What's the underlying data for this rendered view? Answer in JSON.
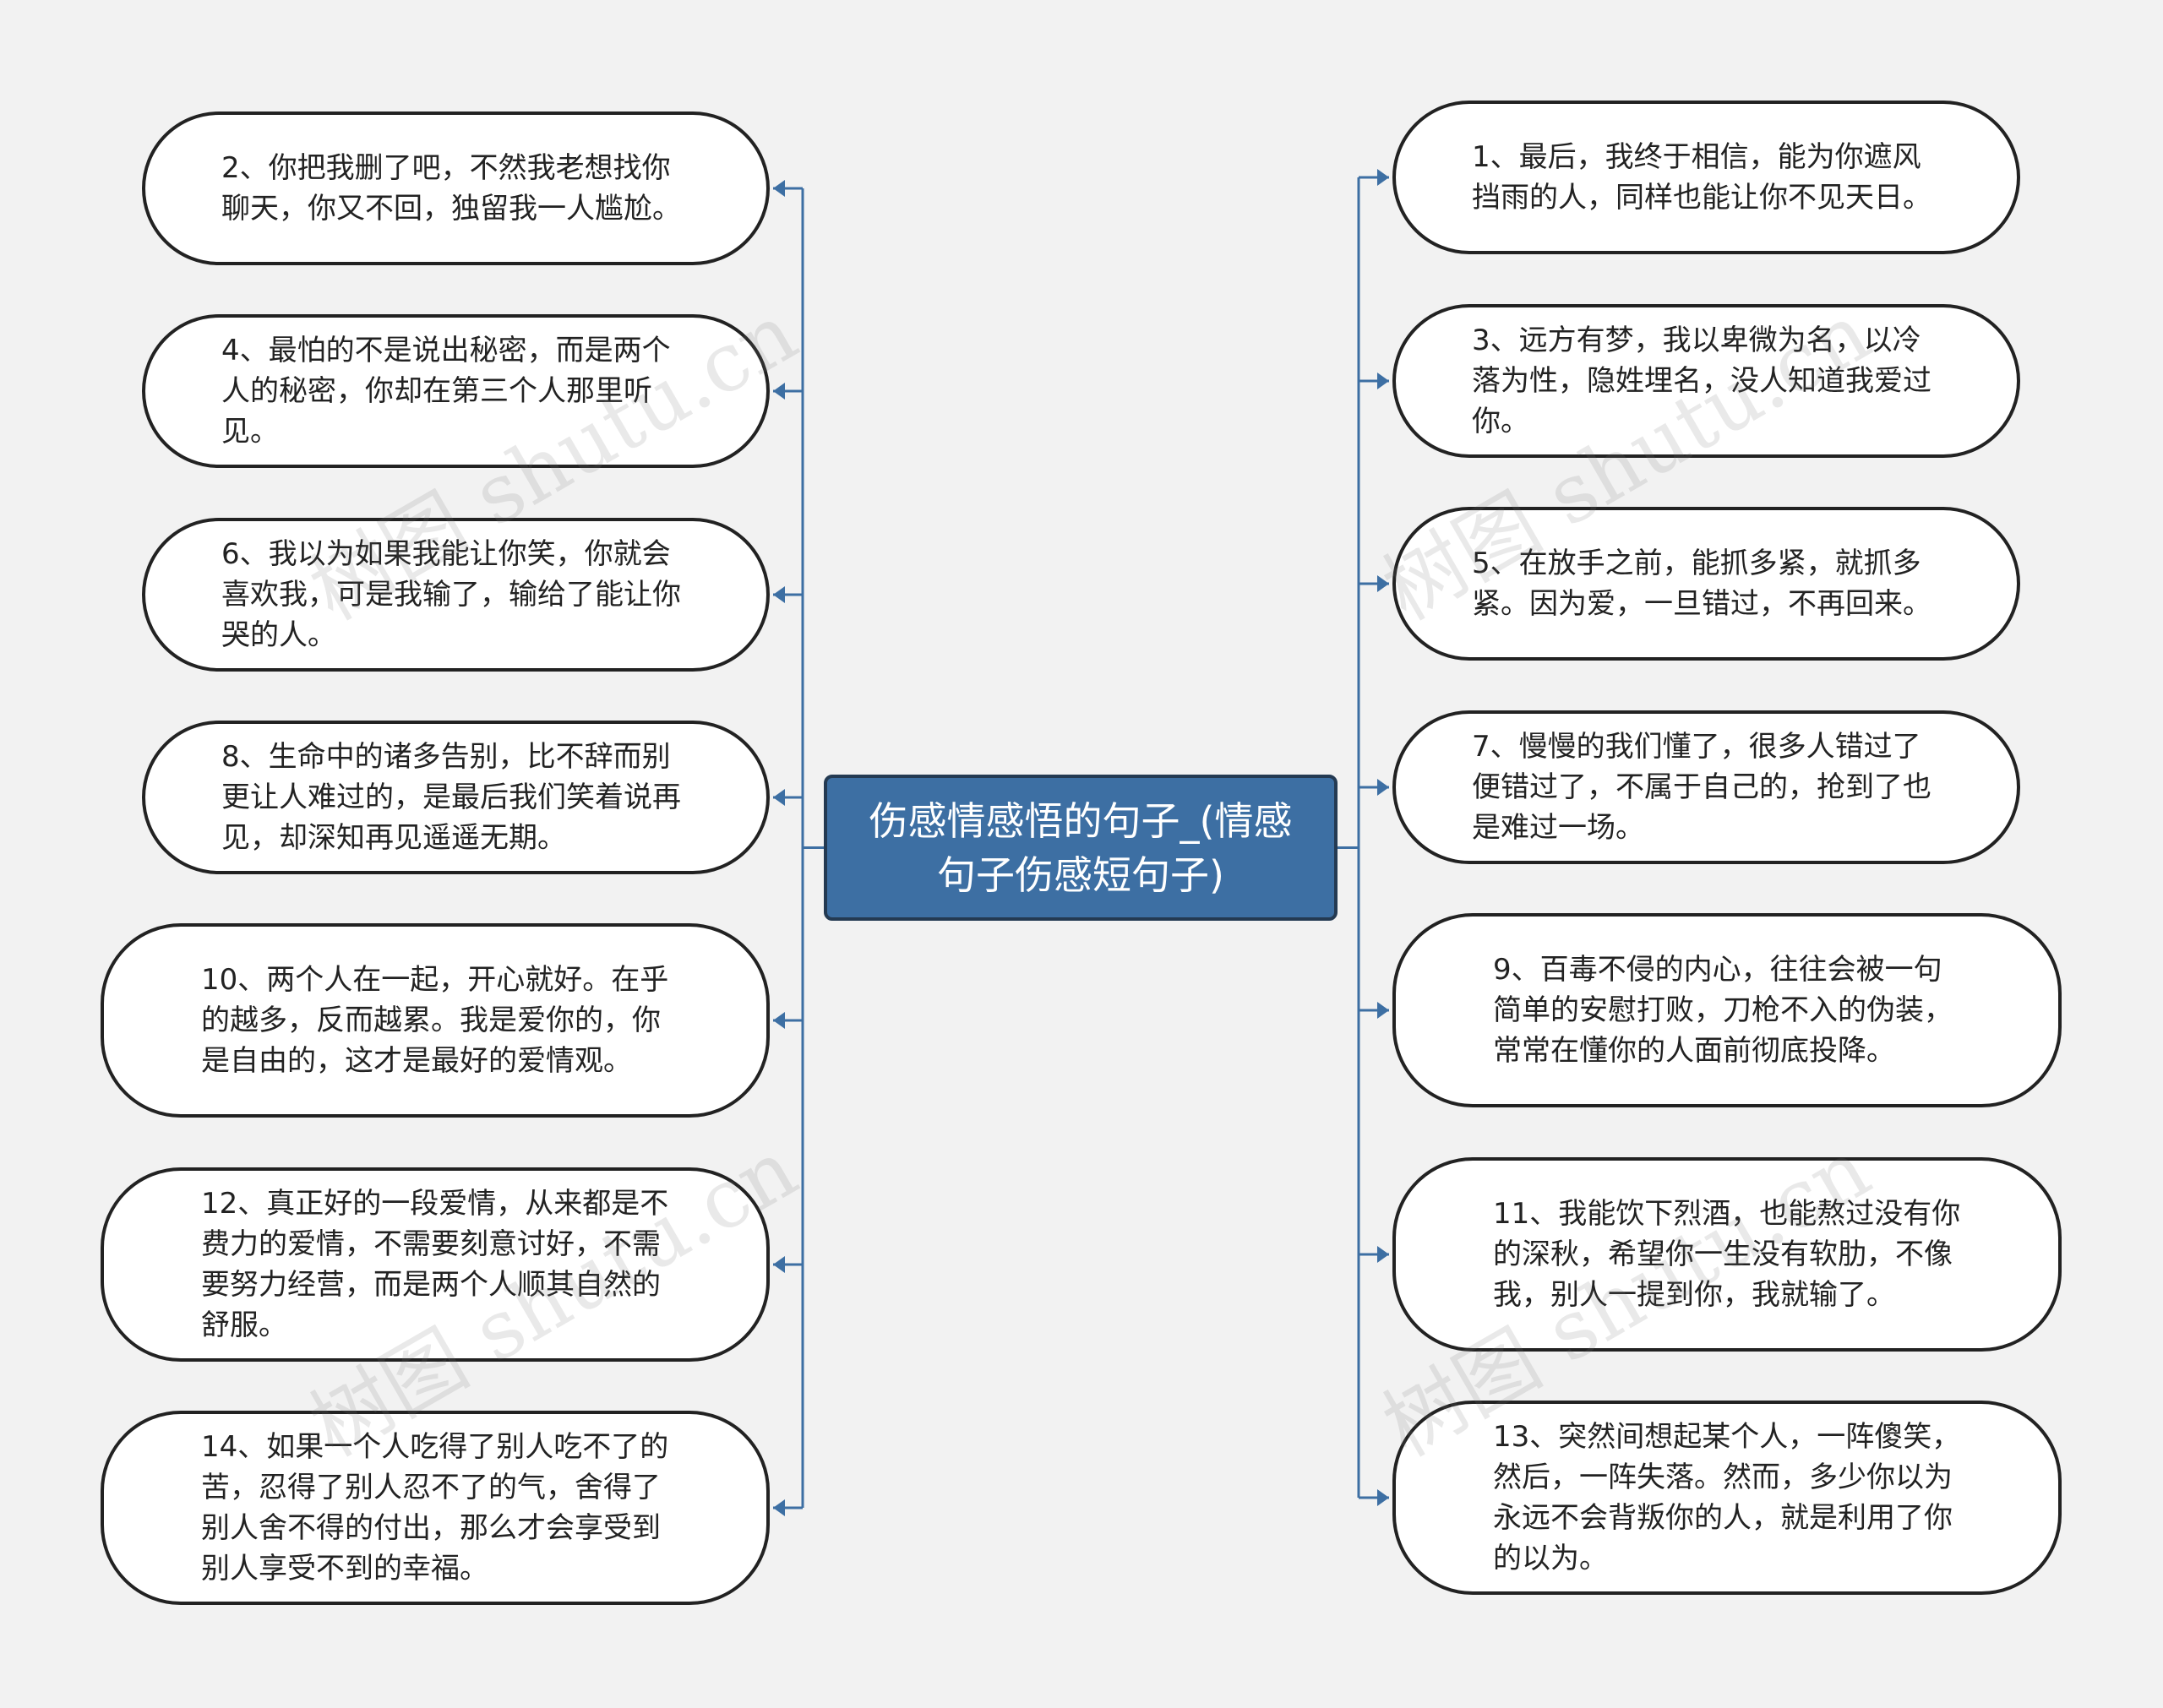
{
  "center": {
    "title": "伤感情感悟的句子_(情感句子伤感短句子)"
  },
  "left_nodes": [
    {
      "text": "2、你把我删了吧，不然我老想找你聊天，你又不回，独留我一人尴尬。"
    },
    {
      "text": "4、最怕的不是说出秘密，而是两个人的秘密，你却在第三个人那里听见。"
    },
    {
      "text": "6、我以为如果我能让你笑，你就会喜欢我，可是我输了，输给了能让你哭的人。"
    },
    {
      "text": "8、生命中的诸多告别，比不辞而别更让人难过的，是最后我们笑着说再见，却深知再见遥遥无期。"
    },
    {
      "text": "10、两个人在一起，开心就好。在乎的越多，反而越累。我是爱你的，你是自由的，这才是最好的爱情观。"
    },
    {
      "text": "12、真正好的一段爱情，从来都是不费力的爱情，不需要刻意讨好，不需要努力经营，而是两个人顺其自然的舒服。"
    },
    {
      "text": "14、如果一个人吃得了别人吃不了的苦，忍得了别人忍不了的气，舍得了别人舍不得的付出，那么才会享受到别人享受不到的幸福。"
    }
  ],
  "right_nodes": [
    {
      "text": "1、最后，我终于相信，能为你遮风挡雨的人，同样也能让你不见天日。"
    },
    {
      "text": "3、远方有梦，我以卑微为名，以冷落为性，隐姓埋名，没人知道我爱过你。"
    },
    {
      "text": "5、在放手之前，能抓多紧，就抓多紧。因为爱，一旦错过，不再回来。"
    },
    {
      "text": "7、慢慢的我们懂了，很多人错过了便错过了，不属于自己的，抢到了也是难过一场。"
    },
    {
      "text": "9、百毒不侵的内心，往往会被一句简单的安慰打败，刀枪不入的伪装，常常在懂你的人面前彻底投降。"
    },
    {
      "text": "11、我能饮下烈酒，也能熬过没有你的深秋，希望你一生没有软肋，不像我，别人一提到你，我就输了。"
    },
    {
      "text": "13、突然间想起某个人，一阵傻笑，然后，一阵失落。然而，多少你以为永远不会背叛你的人，就是利用了你的以为。"
    }
  ],
  "watermarks": [
    "树图 shutu.cn",
    "树图 shutu.cn",
    "树图 shutu.cn",
    "树图 shutu.cn"
  ],
  "colors": {
    "connector": "#3d6fa3",
    "center_fill": "#3d6fa3",
    "node_border": "#222222"
  }
}
